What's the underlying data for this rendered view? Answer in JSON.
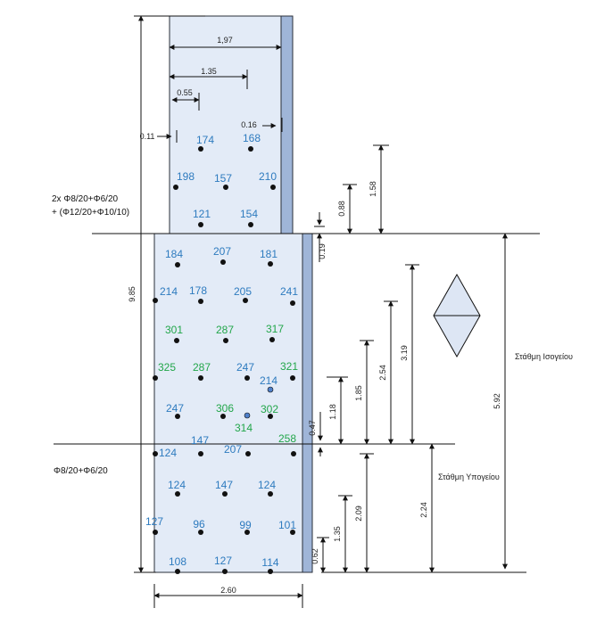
{
  "colors": {
    "panel_fill": "#e3ebf7",
    "panel_stroke": "#2a2f3a",
    "edge_band": "#9fb5d8",
    "reading_blue": "#2e7bbf",
    "reading_green": "#22a64a",
    "point": "#111111",
    "point_alt": "#4f7fc9"
  },
  "labels": {
    "upper_rebar": [
      "2x Φ8/20+Φ6/20",
      "+ (Φ12/20+Φ10/10)"
    ],
    "lower_rebar": "Φ8/20+Φ6/20",
    "level_ground": "Στάθμη Ισογείου",
    "level_basement": "Στάθμη Υπογείου"
  },
  "dims": {
    "top_width": "1,97",
    "d135": "1.35",
    "d055": "0.55",
    "d016": "0.16",
    "d011": "0.11",
    "total_height": "9.85",
    "d088": "0.88",
    "d158": "1.58",
    "d019": "0.19",
    "d319": "3.19",
    "d254": "2.54",
    "d185": "1.85",
    "d118": "1.18",
    "d047": "0.47",
    "d592": "5.92",
    "d224": "2.24",
    "d209": "2.09",
    "d135b": "1.35",
    "d062": "0.62",
    "bottom_width": "2.60"
  },
  "readings": {
    "r174": "174",
    "r168": "168",
    "r198": "198",
    "r157": "157",
    "r210": "210",
    "r121": "121",
    "r154": "154",
    "r184": "184",
    "r207a": "207",
    "r181": "181",
    "r214a": "214",
    "r178": "178",
    "r205": "205",
    "r241": "241",
    "r301": "301",
    "r287a": "287",
    "r317": "317",
    "r325": "325",
    "r287b": "287",
    "r247a": "247",
    "r321": "321",
    "r214b": "214",
    "r247b": "247",
    "r306": "306",
    "r302": "302",
    "r314": "314",
    "r147a": "147",
    "r207b": "207",
    "r258": "258",
    "r124a": "124",
    "r124b": "124",
    "r147b": "147",
    "r124c": "124",
    "r127a": "127",
    "r96": "96",
    "r99": "99",
    "r101": "101",
    "r108": "108",
    "r127b": "127",
    "r114": "114"
  }
}
